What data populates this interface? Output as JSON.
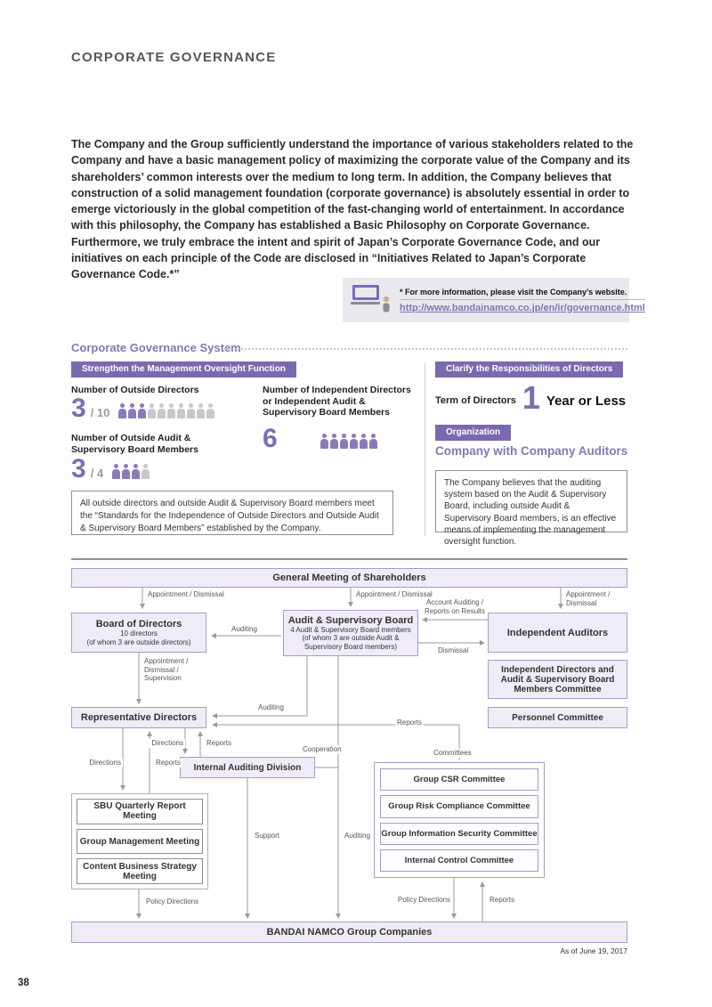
{
  "page": {
    "title": "CORPORATE GOVERNANCE",
    "page_number": "38",
    "as_of": "As of June 19, 2017"
  },
  "intro": {
    "text": "The Company and the Group sufficiently understand the importance of various stakeholders related to the Company and have a basic management policy of maximizing the corporate value of the Company and its shareholders’ common interests over the medium to long term. In addition, the Company believes that construction of a solid management foundation (corporate governance) is absolutely essential in order to emerge victoriously in the global competition of the fast-changing world of entertainment. In accordance with this philosophy, the Company has established a Basic Philosophy on Corporate Governance. Furthermore, we truly embrace the intent and spirit of Japan’s Corporate Governance Code, and our initiatives on each principle of the Code are disclosed in “Initiatives Related to Japan’s Corporate Governance Code.*”"
  },
  "website_callout": {
    "note": "* For more information, please visit the Company’s website.",
    "url": "http://www.bandainamco.co.jp/en/ir/governance.html"
  },
  "system": {
    "heading": "Corporate Governance System",
    "left": {
      "banner": "Strengthen the Management Oversight Function",
      "outside_directors": {
        "label": "Number of Outside Directors",
        "value": "3",
        "total": "/ 10",
        "filled": 3,
        "count": 10
      },
      "independent": {
        "label": "Number of Independent Directors or Independent Audit & Supervisory Board Members",
        "value": "6",
        "filled": 6,
        "count": 6
      },
      "outside_audit": {
        "label": "Number of Outside Audit & Supervisory Board Members",
        "value": "3",
        "total": "/ 4",
        "filled": 3,
        "count": 4
      },
      "note": "All outside directors and outside Audit & Supervisory Board members meet the “Standards for the Independence of Outside Directors and Outside Audit & Supervisory Board Members” established by the Company."
    },
    "right": {
      "banner1": "Clarify the Responsibilities of Directors",
      "term_label": "Term of Directors",
      "term_value": "1",
      "term_unit": "Year or Less",
      "banner2": "Organization",
      "org_heading": "Company with Company Auditors",
      "org_note": "The Company believes that the auditing system based on the Audit & Supervisory Board, including outside Audit & Supervisory Board members, is an effective means of implementing the management oversight function."
    }
  },
  "diagram": {
    "gms": "General Meeting of Shareholders",
    "board": {
      "title": "Board of Directors",
      "line2": "10 directors",
      "line3": "(of whom 3 are outside directors)"
    },
    "asb": {
      "title": "Audit & Supervisory Board",
      "line2": "4 Audit & Supervisory Board members",
      "line3": "(of whom 3 are outside Audit & Supervisory Board members)"
    },
    "independent_auditors": "Independent Auditors",
    "id_committee": "Independent Directors and Audit & Supervisory Board Members Committee",
    "personnel": "Personnel Committee",
    "rep_directors": "Representative Directors",
    "iad": "Internal Auditing Division",
    "meetings": [
      "SBU Quarterly Report Meeting",
      "Group Management Meeting",
      "Content Business Strategy Meeting"
    ],
    "committees": [
      "Group CSR Committee",
      "Group Risk Compliance Committee",
      "Group Information Security Committee",
      "Internal Control Committee"
    ],
    "group_companies": "BANDAI NAMCO Group Companies",
    "labels": {
      "appointment_dismissal": "Appointment / Dismissal",
      "account_auditing": "Account Auditing / Reports on Results",
      "dismissal": "Dismissal",
      "auditing": "Auditing",
      "appointment_dismissal_supervision": "Appointment / Dismissal / Supervision",
      "reports": "Reports",
      "directions": "Directions",
      "cooperation": "Cooperation",
      "committees_label": "Committees",
      "support": "Support",
      "policy_directions": "Policy Directions"
    },
    "colors": {
      "accent": "#7a69ae",
      "box_fill": "#efecf7",
      "box_border": "#a89ac8",
      "arrow": "#9b9b9b"
    }
  }
}
